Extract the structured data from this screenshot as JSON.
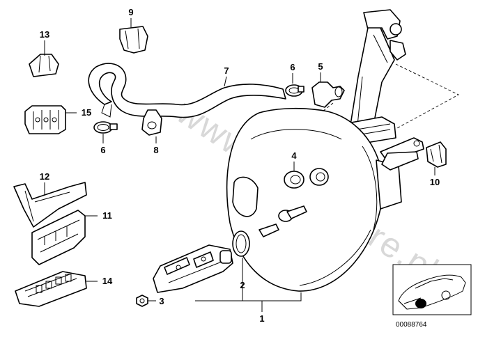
{
  "callouts": {
    "p1": "1",
    "p2": "2",
    "p3": "3",
    "p4": "4",
    "p5": "5",
    "p6a": "6",
    "p6b": "6",
    "p7": "7",
    "p8": "8",
    "p9": "9",
    "p10": "10",
    "p11": "11",
    "p12": "12",
    "p13": "13",
    "p14": "14",
    "p15": "15"
  },
  "watermark": "www.BMWstore.pl",
  "reference_number": "00088764",
  "icon": "car-location-icon"
}
